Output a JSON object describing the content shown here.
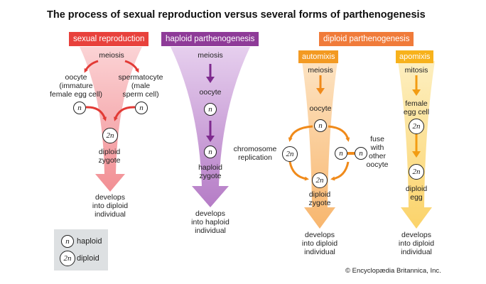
{
  "title": "The process of sexual reproduction versus several forms of parthenogenesis",
  "colors": {
    "sexual_header": "#e8413c",
    "sexual_funnel": "#f4a3a6",
    "sexual_arrow": "#e23a35",
    "haploid_header": "#8e3b98",
    "haploid_funnel": "#c99bd6",
    "haploid_arrow": "#7e2a8e",
    "diploid_header": "#f07b3a",
    "automixis_header": "#f39a22",
    "automixis_funnel": "#f9c88f",
    "automixis_arrow": "#f08a1a",
    "apomixis_header": "#f7b21c",
    "apomixis_funnel": "#fbdc86",
    "apomixis_arrow": "#f29c12",
    "legend_bg": "#dde0e2"
  },
  "headers": {
    "sexual": "sexual reproduction",
    "haploid": "haploid parthenogenesis",
    "diploid": "diploid parthenogenesis",
    "automixis": "automixis",
    "apomixis": "apomixis"
  },
  "sexual": {
    "meiosis": "meiosis",
    "oocyte": "oocyte\n(immature\nfemale egg cell)",
    "spermatocyte": "spermatocyte\n(male\nsperm cell)",
    "n_left": "n",
    "n_right": "n",
    "two_n": "2n",
    "zygote": "diploid\nzygote",
    "result": "develops\ninto diploid\nindividual"
  },
  "haploid": {
    "meiosis": "meiosis",
    "oocyte": "oocyte",
    "n1": "n",
    "n2": "n",
    "zygote": "haploid\nzygote",
    "result": "develops\ninto haploid\nindividual"
  },
  "automixis": {
    "meiosis": "meiosis",
    "oocyte": "oocyte",
    "n_top": "n",
    "chromosome_replication": "chromosome\nreplication",
    "two_n_left": "2n",
    "n_right_a": "n",
    "n_right_b": "n",
    "fuse": "fuse\nwith\nother\noocyte",
    "two_n_bottom": "2n",
    "zygote": "diploid\nzygote",
    "result": "develops\ninto diploid\nindividual"
  },
  "apomixis": {
    "mitosis": "mitosis",
    "female_egg": "female\negg cell",
    "two_n_top": "2n",
    "two_n_bottom": "2n",
    "egg": "diploid\negg",
    "result": "develops\ninto diploid\nindividual"
  },
  "legend": {
    "n_symbol": "n",
    "n_label": "haploid",
    "two_n_symbol": "2n",
    "two_n_label": "diploid"
  },
  "credit": "© Encyclopædia Britannica, Inc."
}
